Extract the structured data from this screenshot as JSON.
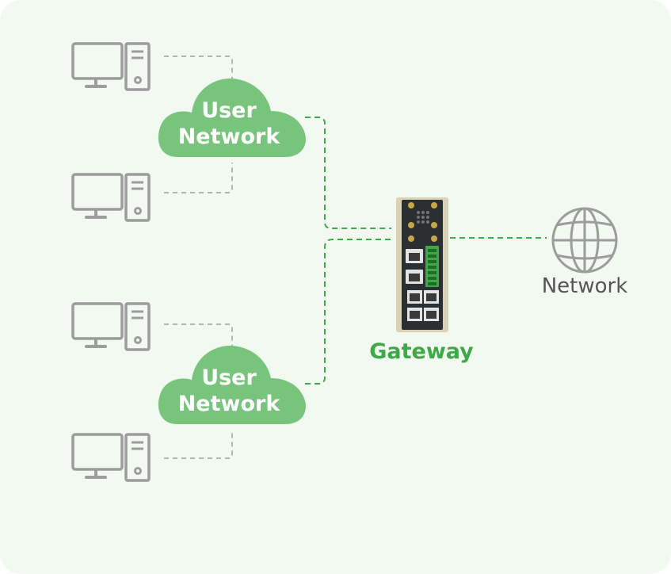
{
  "clouds": [
    {
      "line1": "User",
      "line2": "Network"
    },
    {
      "line1": "User",
      "line2": "Network"
    }
  ],
  "gateway": {
    "label": "Gateway"
  },
  "internet": {
    "label": "Network"
  },
  "colors": {
    "background": "#f1f9f1",
    "cloud": "#79c47c",
    "accent": "#3daa47",
    "dash_gray": "#b4b4b4",
    "icon_gray": "#9c9c9c"
  }
}
